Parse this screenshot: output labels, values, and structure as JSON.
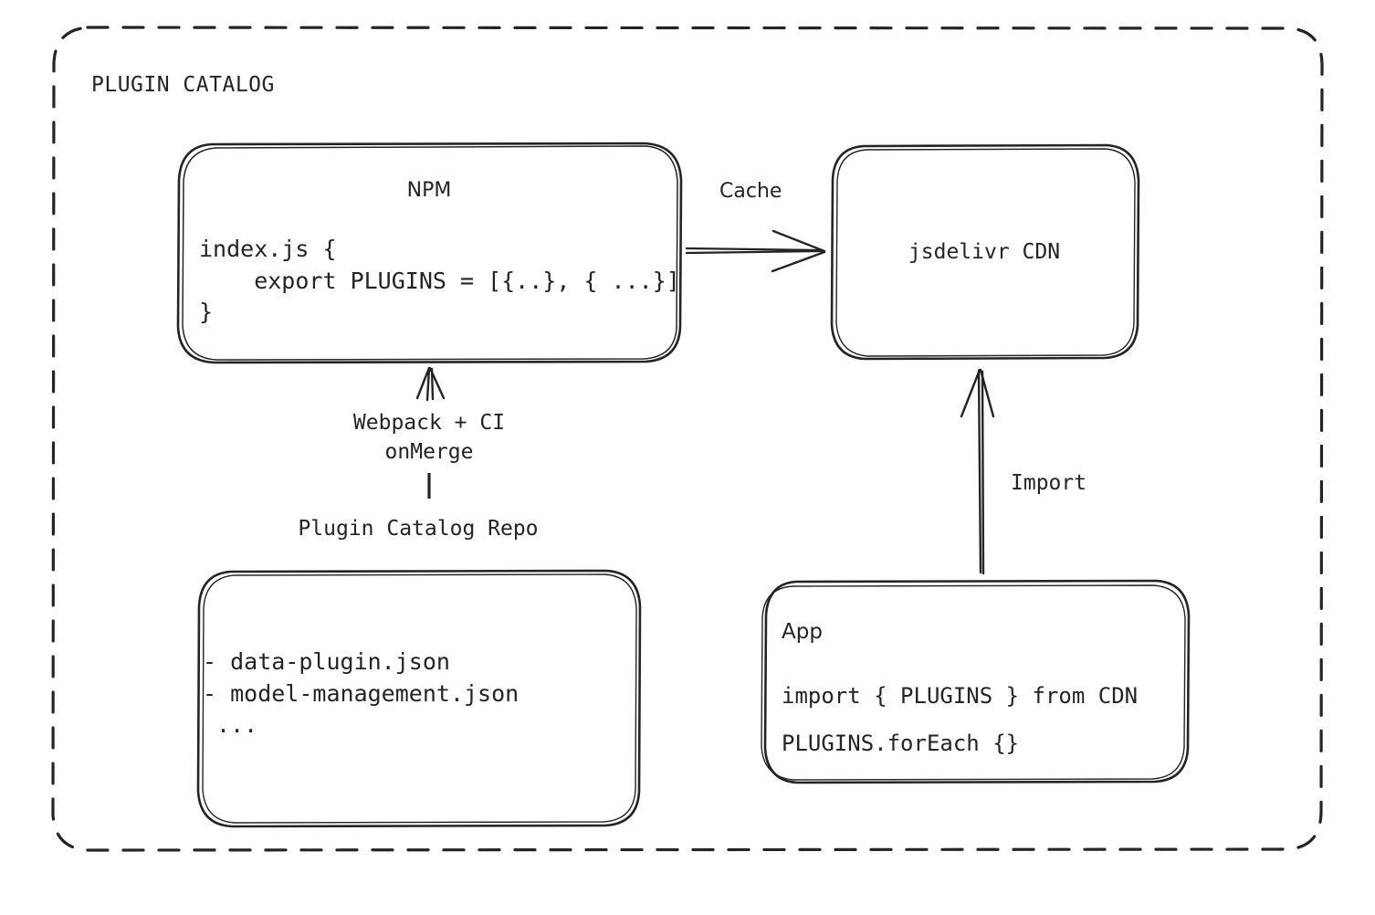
{
  "diagram": {
    "type": "architecture-flow",
    "background_color": "#ffffff",
    "stroke_color": "#242424",
    "container": {
      "title": "PLUGIN CATALOG",
      "border_style": "dashed-rounded"
    },
    "nodes": {
      "npm": {
        "title": "NPM",
        "code_lines": [
          "index.js {",
          "    export PLUGINS = [{..}, { ...}]",
          "}"
        ]
      },
      "cdn": {
        "title": "jsdelivr CDN"
      },
      "repo": {
        "caption": "Plugin Catalog Repo",
        "file_lines": [
          "- data-plugin.json",
          "- model-management.json",
          " ..."
        ]
      },
      "app": {
        "title": "App",
        "code_lines": [
          "import { PLUGINS } from CDN",
          "PLUGINS.forEach {}"
        ]
      }
    },
    "edges": {
      "npm_to_cdn": {
        "label": "Cache",
        "direction": "right"
      },
      "app_to_cdn": {
        "label": "Import",
        "direction": "up"
      },
      "repo_to_npm": {
        "label_line1": "Webpack + CI",
        "label_line2": "onMerge",
        "direction": "up"
      }
    }
  }
}
